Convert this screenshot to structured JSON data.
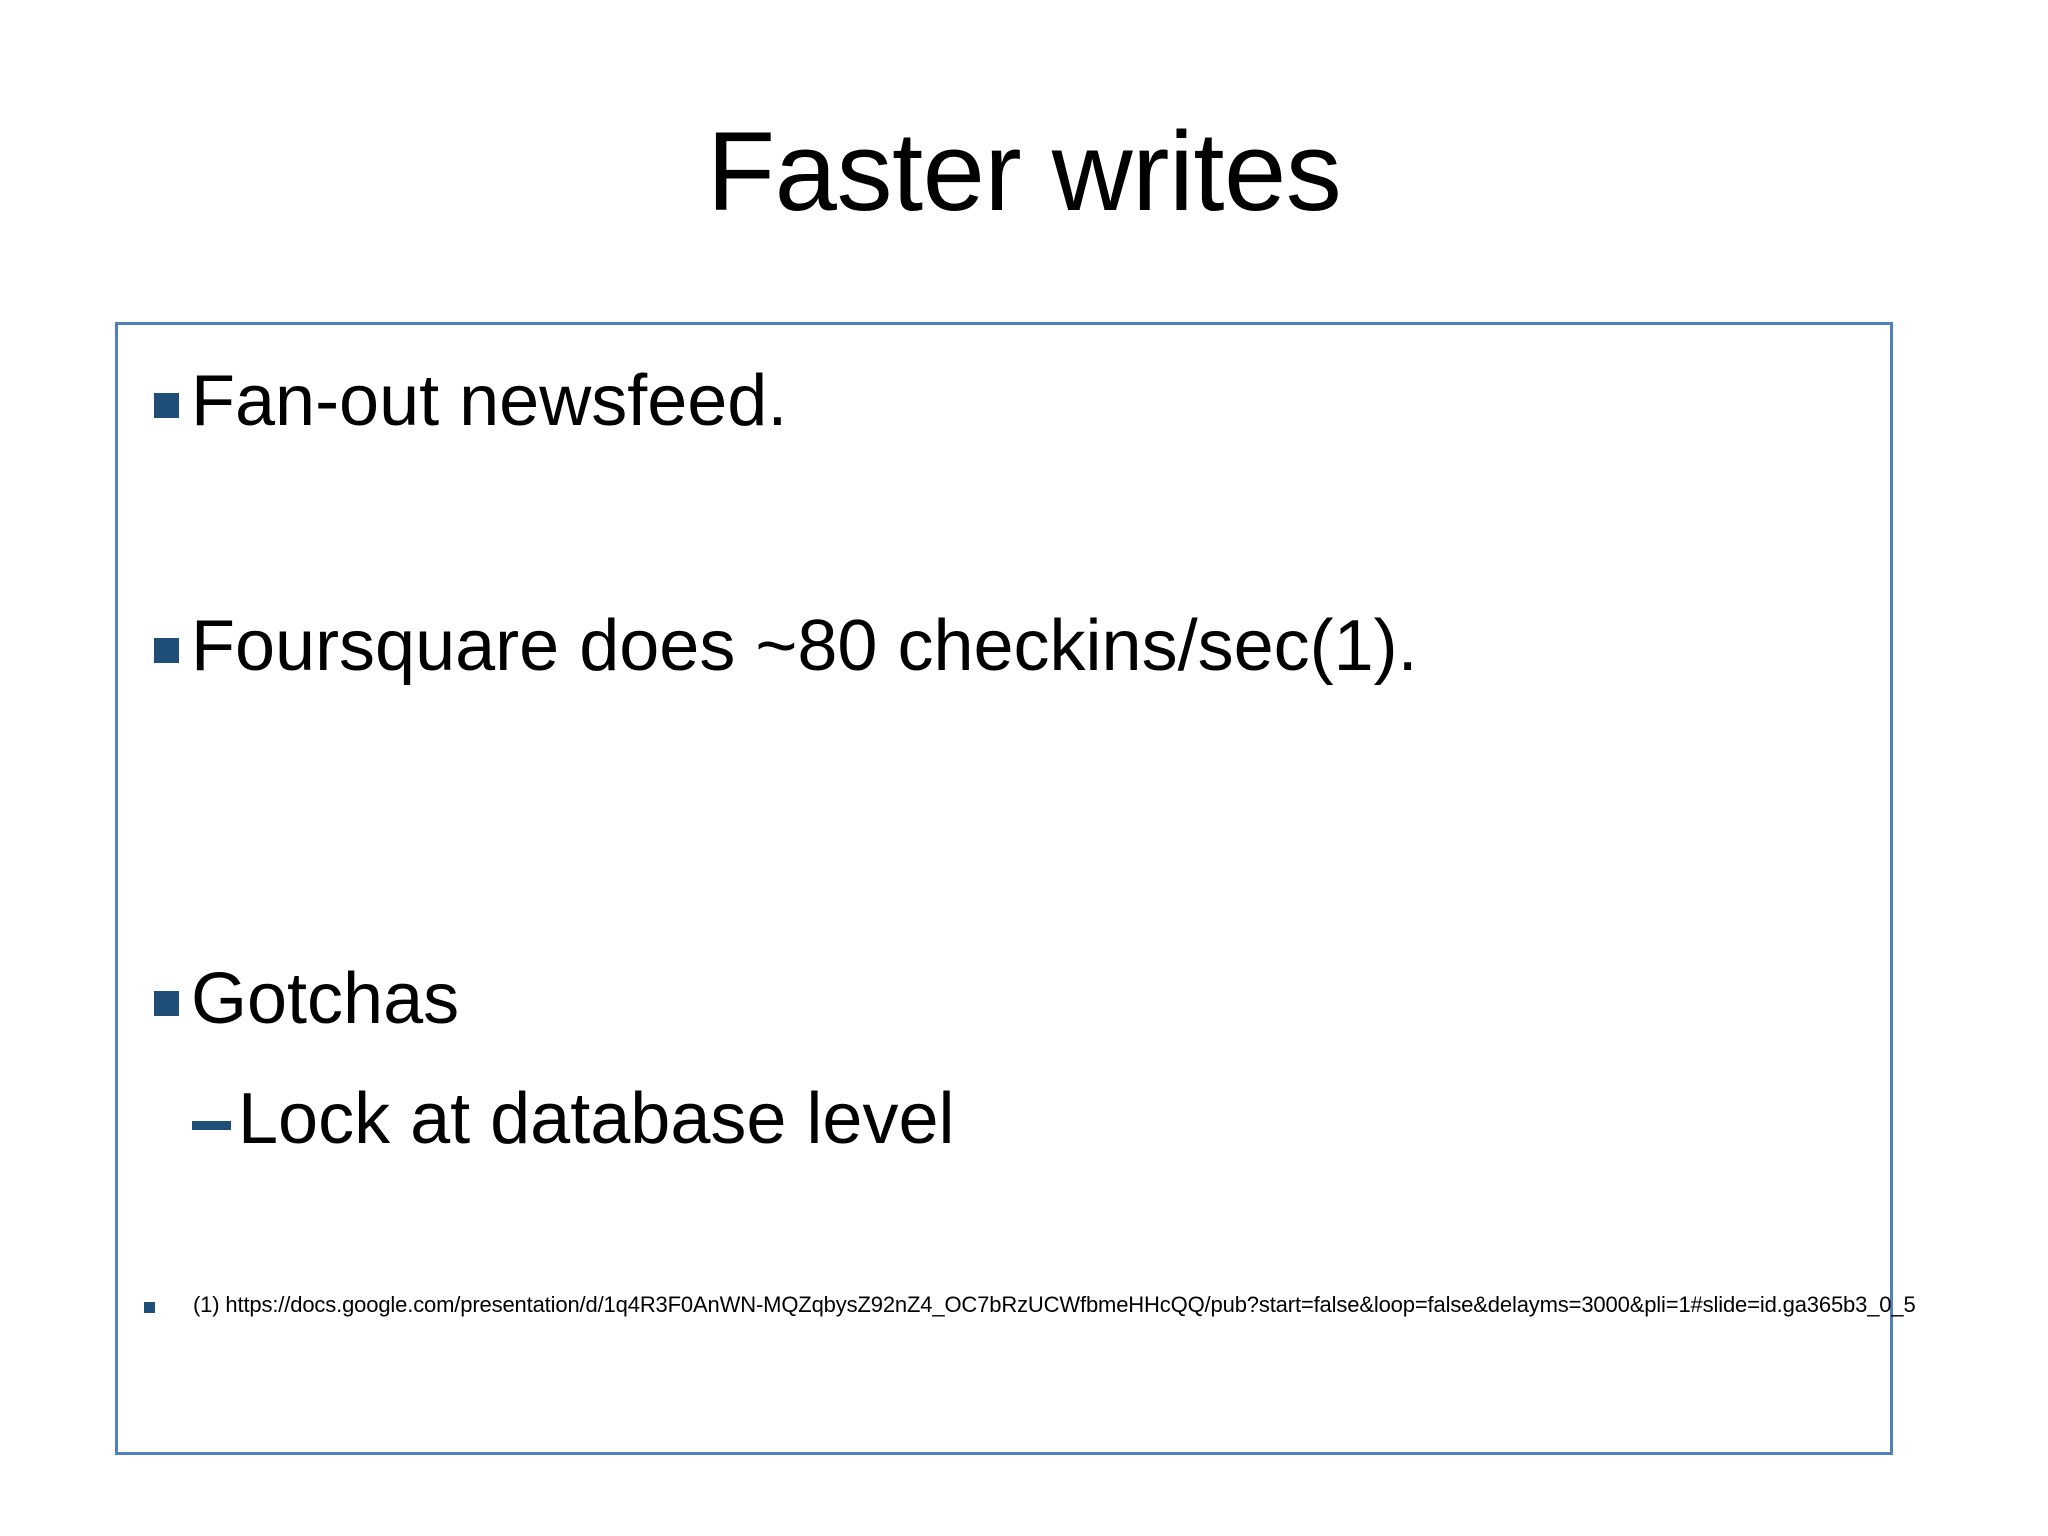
{
  "slide": {
    "title": "Faster writes",
    "colors": {
      "border": "#4F81BD",
      "bullet": "#1F4E79",
      "text": "#000000",
      "background": "#FFFFFF"
    },
    "bullets": [
      {
        "level": 1,
        "marker": "square-bullet",
        "text": "Fan-out newsfeed."
      },
      {
        "level": 1,
        "marker": "square-bullet",
        "text": "Foursquare does ~80 checkins/sec(1)."
      },
      {
        "level": 1,
        "marker": "square-bullet",
        "text": "Gotchas"
      },
      {
        "level": 2,
        "marker": "dash-bullet",
        "text": "Lock at database level"
      }
    ],
    "footnote": {
      "marker": "small-square-bullet",
      "text": "(1) https://docs.google.com/presentation/d/1q4R3F0AnWN-MQZqbysZ92nZ4_OC7bRzUCWfbmeHHcQQ/pub?start=false&loop=false&delayms=3000&pli=1#slide=id.ga365b3_0_5"
    }
  }
}
